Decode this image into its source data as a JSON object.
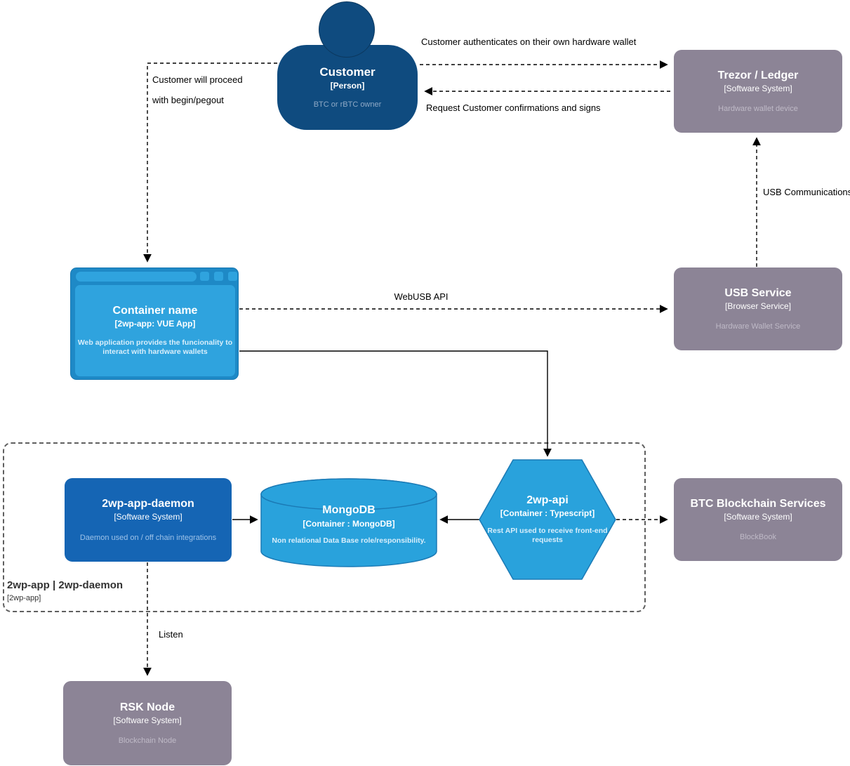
{
  "nodes": {
    "customer": {
      "title": "Customer",
      "subtitle": "[Person]",
      "description": "BTC or rBTC owner"
    },
    "trezor": {
      "title": "Trezor / Ledger",
      "subtitle": "[Software System]",
      "description": "Hardware wallet device"
    },
    "container": {
      "title": "Container name",
      "subtitle": "[2wp-app: VUE App]",
      "description": "Web application provides the funcionality to interact with hardware wallets"
    },
    "usb_service": {
      "title": "USB Service",
      "subtitle": "[Browser Service]",
      "description": "Hardware Wallet Service"
    },
    "daemon": {
      "title": "2wp-app-daemon",
      "subtitle": "[Software System]",
      "description": "Daemon used on / off chain integrations"
    },
    "mongodb": {
      "title": "MongoDB",
      "subtitle": "[Container : MongoDB]",
      "description": "Non relational Data Base role/responsibility."
    },
    "api": {
      "title": "2wp-api",
      "subtitle": "[Container : Typescript]",
      "description": "Rest API used to receive front-end requests"
    },
    "btc": {
      "title": "BTC Blockchain Services",
      "subtitle": "[Software System]",
      "description": "BlockBook"
    },
    "rsk": {
      "title": "RSK Node",
      "subtitle": "[Software System]",
      "description": "Blockchain Node"
    }
  },
  "boundary": {
    "title": "2wp-app | 2wp-daemon",
    "subtitle": "[2wp-app]"
  },
  "edges": {
    "auth": "Customer authenticates on their own hardware wallet",
    "request": "Request Customer confirmations and signs",
    "proceed_line1": "Customer will proceed",
    "proceed_line2": "with begin/pegout",
    "webusb": "WebUSB API",
    "usb_comm": "USB Communications",
    "listen": "Listen"
  },
  "colors": {
    "person_blue": "#0f4b7f",
    "external_gray": "#8c8496",
    "system_blue": "#1565b4",
    "container_blue": "#2fa3de",
    "shape_blue": "#29a2dc",
    "shape_stroke": "#1b7ab5",
    "edge_black": "#000000",
    "boundary_gray": "#5f5f5f"
  }
}
